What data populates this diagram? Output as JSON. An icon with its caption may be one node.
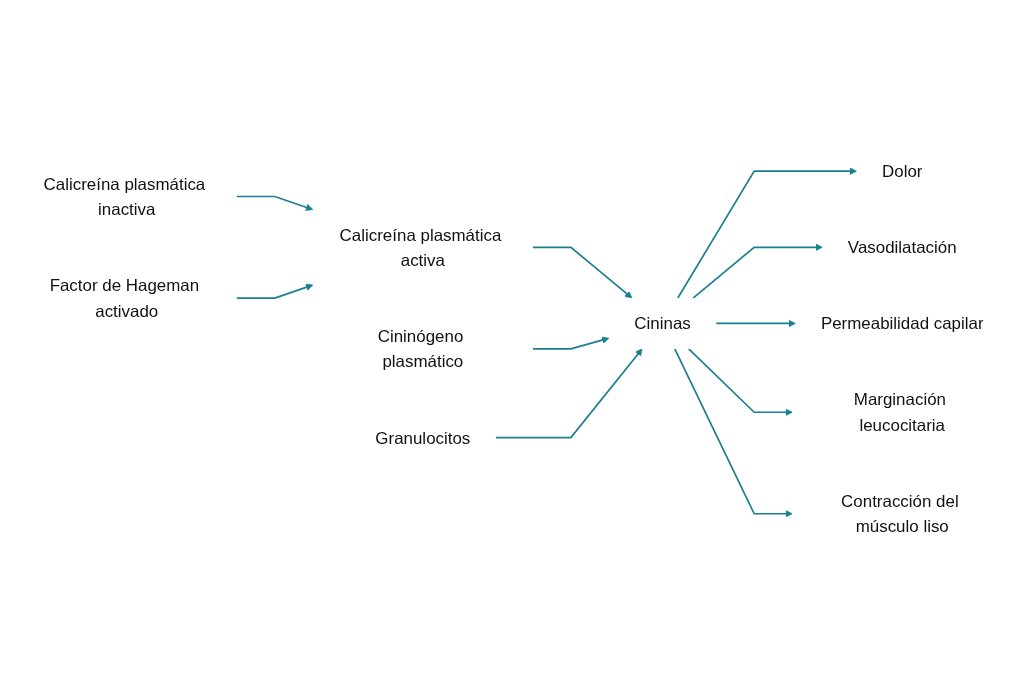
{
  "diagram": {
    "nodes": [
      {
        "text": [
          "Calicreína plasmática inactiva"
        ]
      },
      {
        "text": [
          "Factor de Hageman activado"
        ]
      },
      {
        "text": [
          "Calicreína plasmática activa"
        ]
      },
      {
        "text": [
          "Cininógeno plasmático"
        ]
      },
      {
        "text": [
          "Cininas"
        ]
      },
      {
        "text": [
          "Granulocitos"
        ]
      },
      {
        "text": [
          "Dolor"
        ]
      },
      {
        "text": [
          "Vasodilatación"
        ]
      },
      {
        "text": [
          "Permeabilidad capilar"
        ]
      },
      {
        "text": [
          "Marginación leucocitaria"
        ]
      },
      {
        "text": [
          "Contracción del músculo liso"
        ]
      }
    ],
    "edges": [
      {
        "from": 0,
        "to": 2,
        "arrow": "to"
      },
      {
        "from": 1,
        "to": 2,
        "arrow": "to"
      },
      {
        "from": 2,
        "to": 4,
        "arrow": "to"
      },
      {
        "from": 3,
        "to": 4,
        "arrow": "to"
      },
      {
        "from": 5,
        "to": 4,
        "arrow": "to"
      },
      {
        "from": 4,
        "to": 6,
        "arrow": "to"
      },
      {
        "from": 4,
        "to": 7,
        "arrow": "to"
      },
      {
        "from": 4,
        "to": 8,
        "arrow": "to"
      },
      {
        "from": 4,
        "to": 9,
        "arrow": "to"
      },
      {
        "from": 4,
        "to": 10,
        "arrow": "to"
      }
    ]
  }
}
